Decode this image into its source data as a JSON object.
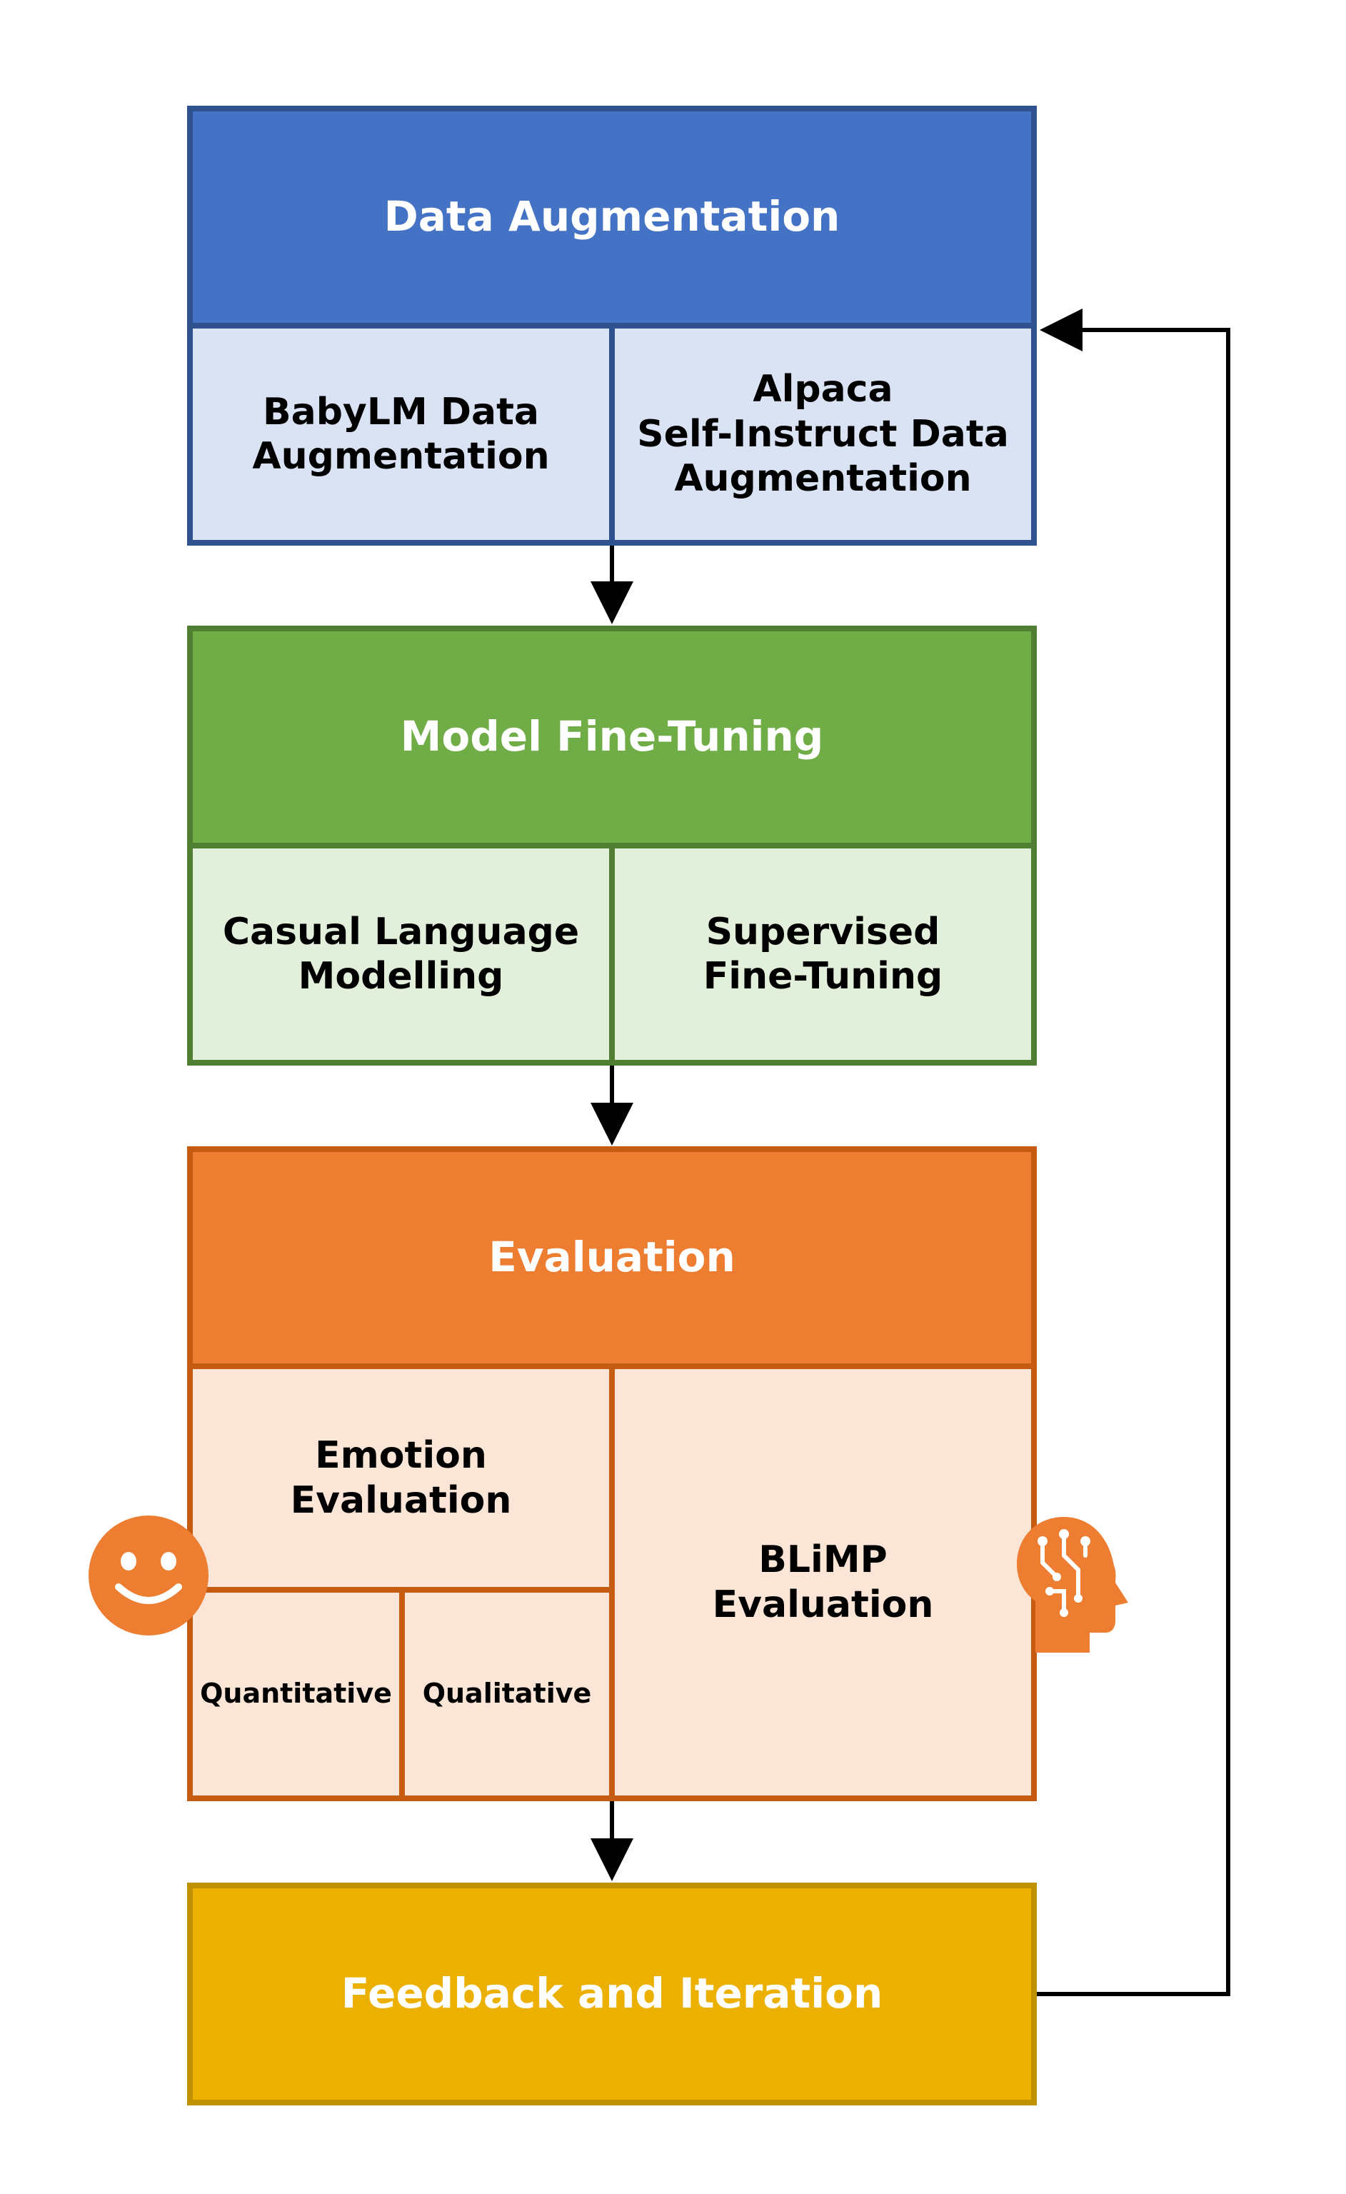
{
  "data_augmentation": {
    "title": "Data Augmentation",
    "left": "BabyLM Data\nAugmentation",
    "right": "Alpaca\nSelf-Instruct Data\nAugmentation"
  },
  "model_fine_tuning": {
    "title": "Model Fine-Tuning",
    "left": "Casual Language\nModelling",
    "right": "Supervised\nFine-Tuning"
  },
  "evaluation": {
    "title": "Evaluation",
    "emotion": "Emotion\nEvaluation",
    "quantitative": "Quantitative",
    "qualitative": "Qualitative",
    "blimp": "BLiMP\nEvaluation"
  },
  "feedback": {
    "title": "Feedback and Iteration"
  },
  "icons": {
    "left": "smiley-face-icon",
    "right": "ai-head-icon"
  },
  "colors": {
    "blue": "#4472c4",
    "green": "#70ad47",
    "orange": "#ed7d31",
    "gold": "#ebb000"
  }
}
